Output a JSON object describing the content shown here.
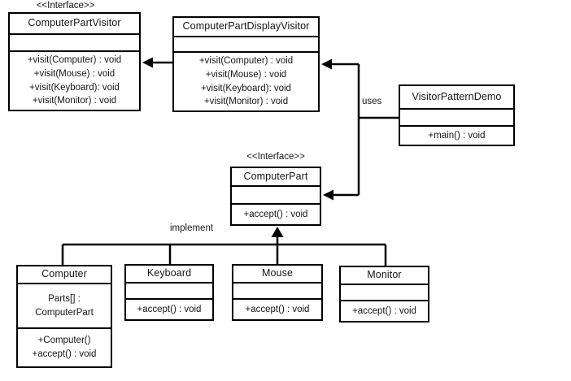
{
  "colors": {
    "line": "#000000",
    "text": "#161616",
    "background": "#ffffff"
  },
  "labels": {
    "uses": "uses",
    "implement": "implement"
  },
  "classes": {
    "computerPartVisitor": {
      "stereotype": "<<Interface>>",
      "name": "ComputerPartVisitor",
      "attributes": [],
      "methods": [
        "+visit(Computer) : void",
        "+visit(Mouse) : void",
        "+visit(Keyboard): void",
        "+visit(Monitor) : void"
      ]
    },
    "computerPartDisplayVisitor": {
      "name": "ComputerPartDisplayVisitor",
      "attributes": [],
      "methods": [
        "+visit(Computer) : void",
        "+visit(Mouse) : void",
        "+visit(Keyboard): void",
        "+visit(Monitor) : void"
      ]
    },
    "visitorPatternDemo": {
      "name": "VisitorPatternDemo",
      "attributes": [],
      "methods": [
        "+main() : void"
      ]
    },
    "computerPart": {
      "stereotype": "<<Interface>>",
      "name": "ComputerPart",
      "attributes": [],
      "methods": [
        "+accept() : void"
      ]
    },
    "computer": {
      "name": "Computer",
      "attributes": [
        "Parts[] :",
        "ComputerPart"
      ],
      "methods": [
        "+Computer()",
        "+accept() : void"
      ]
    },
    "keyboard": {
      "name": "Keyboard",
      "attributes": [],
      "methods": [
        "+accept() : void"
      ]
    },
    "mouse": {
      "name": "Mouse",
      "attributes": [],
      "methods": [
        "+accept() : void"
      ]
    },
    "monitor": {
      "name": "Monitor",
      "attributes": [],
      "methods": [
        "+accept() : void"
      ]
    }
  }
}
